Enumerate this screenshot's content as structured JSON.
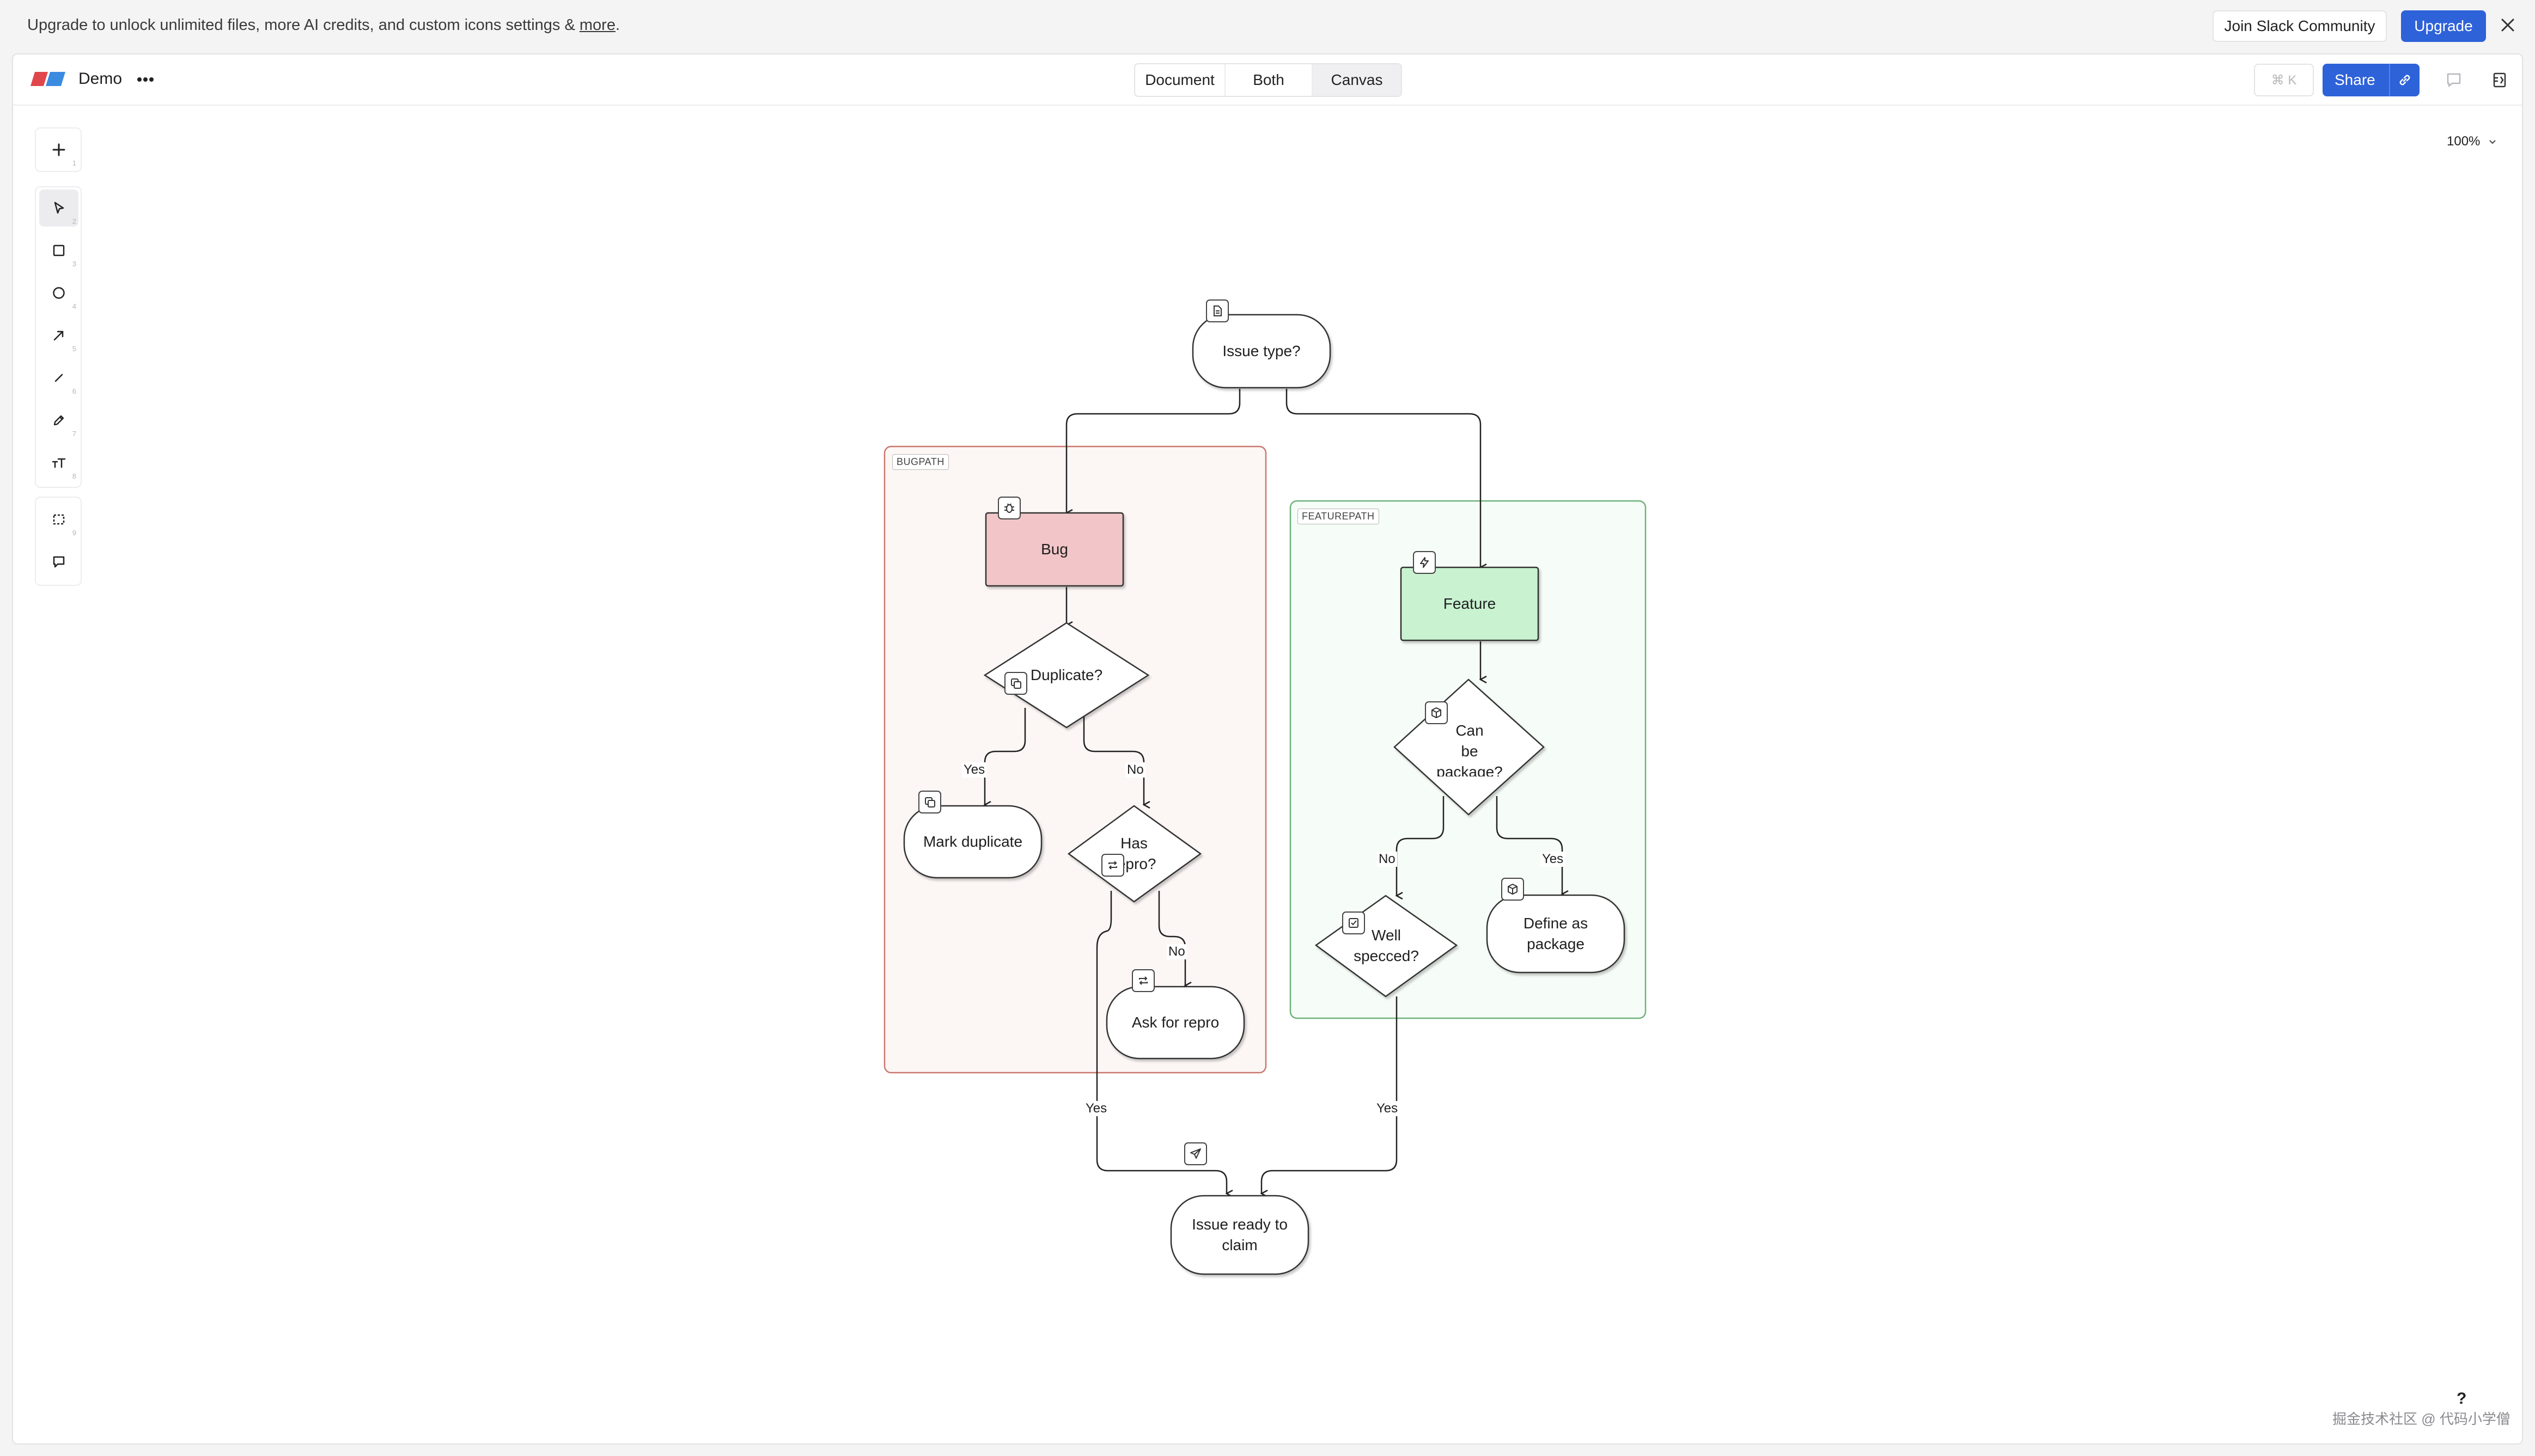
{
  "banner": {
    "text": "Upgrade to unlock unlimited files, more AI credits, and custom icons settings & ",
    "more_link": "more",
    "period": ".",
    "join_label": "Join Slack Community",
    "upgrade_label": "Upgrade"
  },
  "header": {
    "doc_name": "Demo",
    "tabs": [
      {
        "label": "Document"
      },
      {
        "label": "Both"
      },
      {
        "label": "Canvas",
        "selected": true
      }
    ],
    "cmdk_label": "⌘ K",
    "share_label": "Share"
  },
  "toolbar": {
    "hints": [
      "1",
      "2",
      "3",
      "4",
      "5",
      "6",
      "7",
      "8",
      "9"
    ]
  },
  "zoom": {
    "label": "100%"
  },
  "diagram": {
    "lanes": {
      "bug": "BUGPATH",
      "feature": "FEATUREPATH"
    },
    "nodes": {
      "issue_type": "Issue type?",
      "bug": "Bug",
      "duplicate": "Duplicate?",
      "mark_duplicate": "Mark duplicate",
      "has_repro_1": "Has",
      "has_repro_2": "repro?",
      "ask_repro": "Ask for repro",
      "feature": "Feature",
      "can_package_1": "Can",
      "can_package_2": "be",
      "can_package_3": "package?",
      "well_specced_1": "Well",
      "well_specced_2": "specced?",
      "define_package_1": "Define as",
      "define_package_2": "package",
      "ready_1": "Issue ready to",
      "ready_2": "claim"
    },
    "edge_labels": {
      "dup_yes": "Yes",
      "dup_no": "No",
      "repro_no": "No",
      "repro_yes": "Yes",
      "pkg_no": "No",
      "pkg_yes": "Yes",
      "spec_yes": "Yes"
    },
    "colors": {
      "bug_fill": "#f2c6c8",
      "feature_fill": "#c8f2d0",
      "bug_lane_border": "#c9786e",
      "feature_lane_border": "#6fb37a",
      "bug_lane_fill": "#fcf6f5",
      "feature_lane_fill": "#f6fcf7"
    }
  },
  "footer": {
    "help": "?",
    "watermark": "掘金技术社区 @ 代码小学僧"
  },
  "accent": "#2e62d9"
}
